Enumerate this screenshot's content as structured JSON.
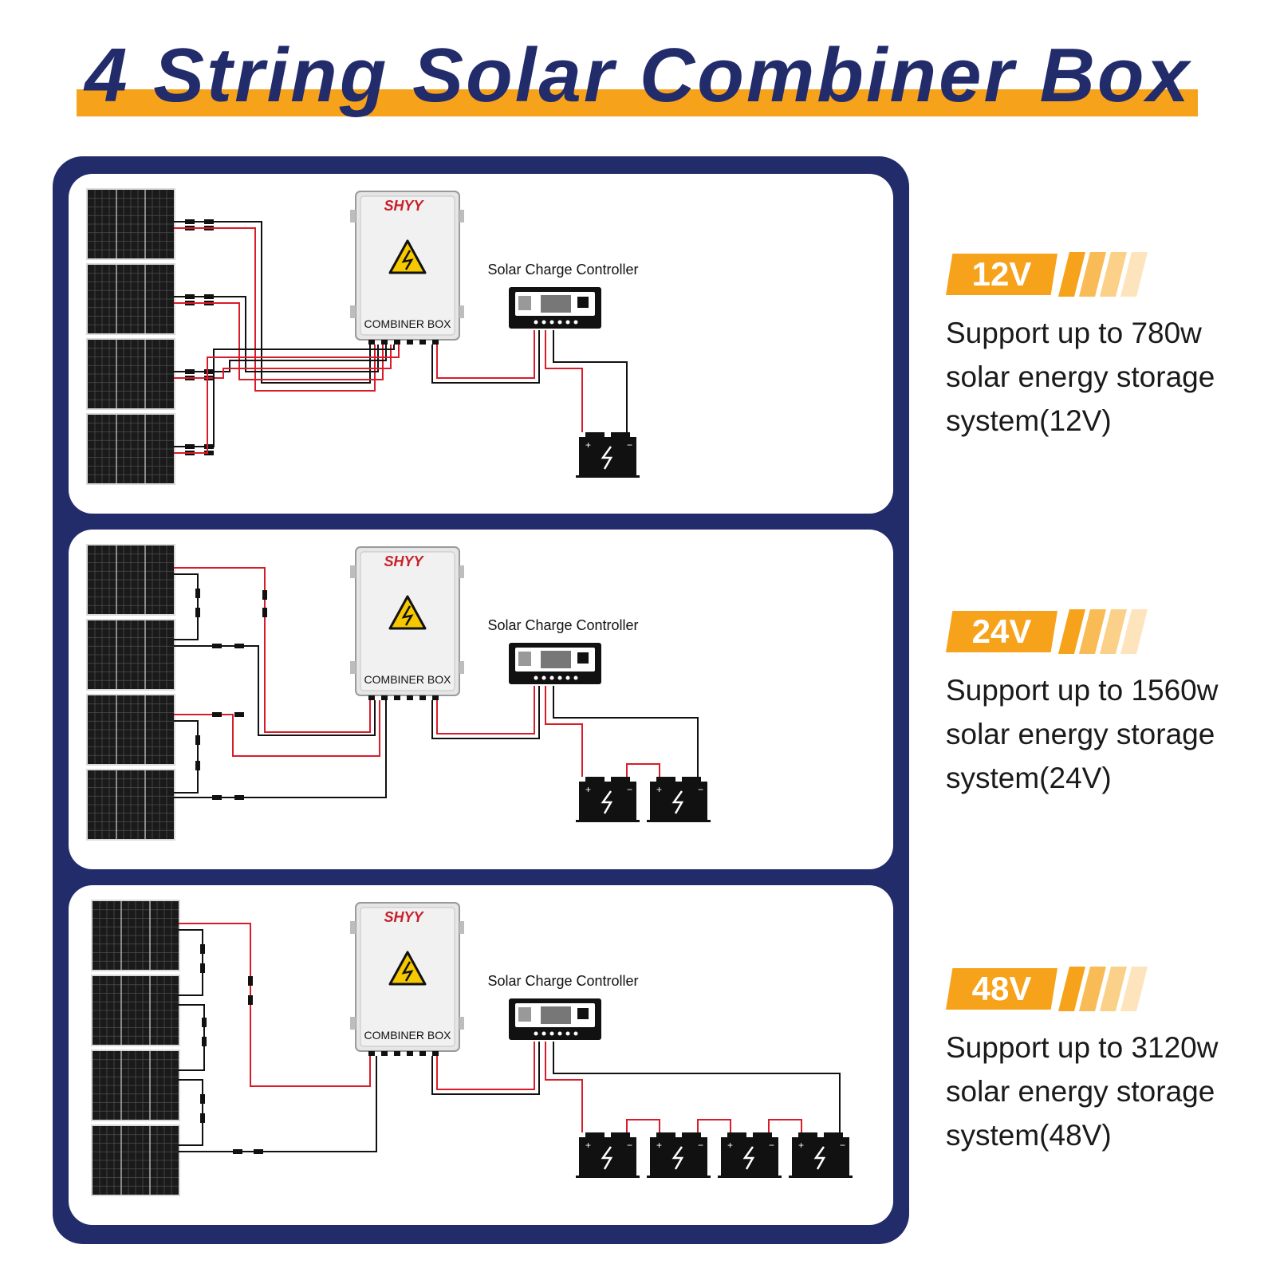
{
  "title": "4 String Solar Combiner Box",
  "colors": {
    "navy": "#232c6b",
    "orange": "#f7a21b",
    "wire_red": "#d91c2a",
    "wire_black": "#111111"
  },
  "panels": [
    {
      "id": "12v",
      "brand": "SHYY",
      "box_label": "COMBINER BOX",
      "controller_label": "Solar Charge Controller",
      "batteries": 1,
      "voltage": "12V",
      "desc_lines": [
        "Support up to 780w",
        "solar energy storage",
        "system(12V)"
      ]
    },
    {
      "id": "24v",
      "brand": "SHYY",
      "box_label": "COMBINER BOX",
      "controller_label": "Solar Charge Controller",
      "batteries": 2,
      "voltage": "24V",
      "desc_lines": [
        "Support up to 1560w",
        "solar energy storage",
        "system(24V)"
      ]
    },
    {
      "id": "48v",
      "brand": "SHYY",
      "box_label": "COMBINER BOX",
      "controller_label": "Solar Charge Controller",
      "batteries": 4,
      "voltage": "48V",
      "desc_lines": [
        "Support up to 3120w",
        "solar energy storage",
        "system(48V)"
      ]
    }
  ]
}
